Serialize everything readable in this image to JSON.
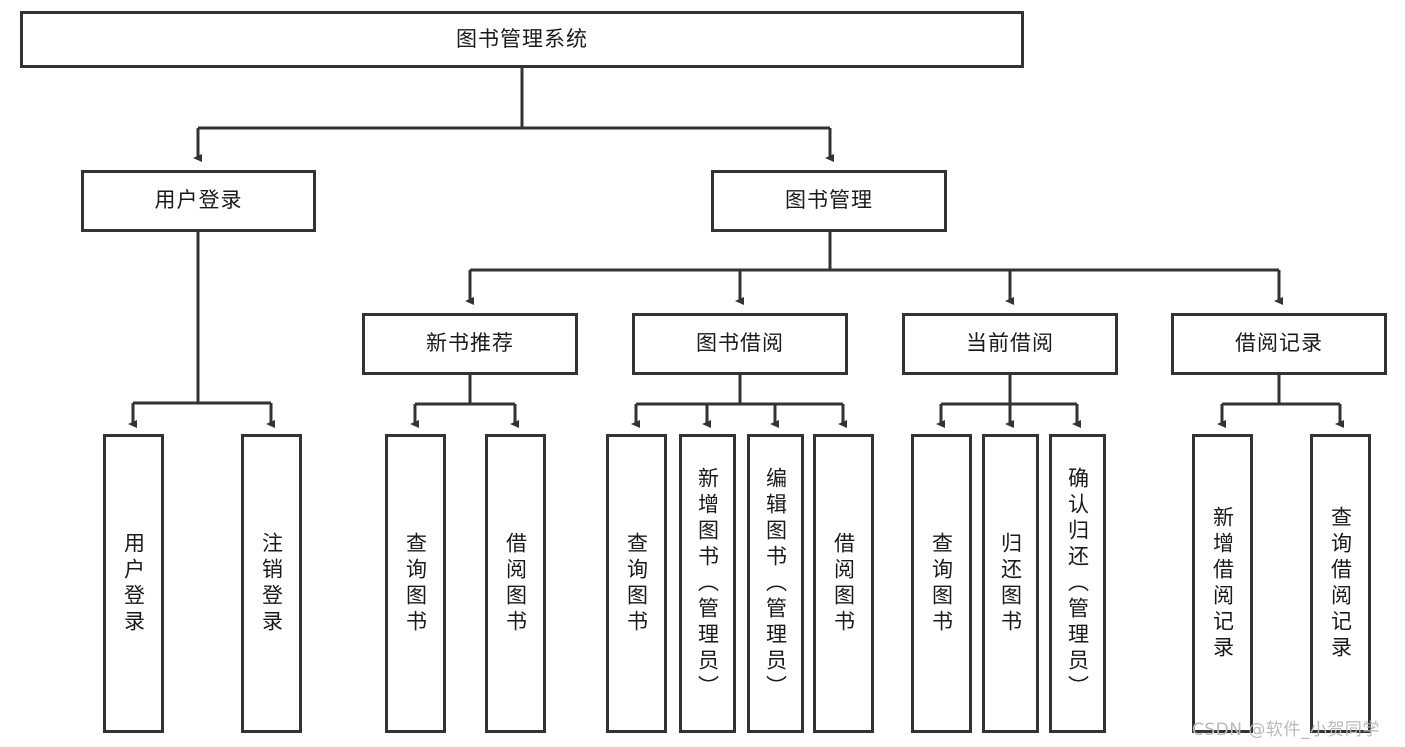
{
  "diagram": {
    "title": "图书管理系统",
    "type": "tree-hierarchy-chart",
    "watermark": "CSDN @软件_小贺同学",
    "colors": {
      "box_border": "#333333",
      "box_fill": "#ffffff",
      "connector": "#333333",
      "text": "#1a1a1a",
      "watermark": "#b9b9b9",
      "background": "#ffffff"
    },
    "root": {
      "label": "图书管理系统"
    },
    "level2": [
      {
        "label": "用户登录"
      },
      {
        "label": "图书管理"
      }
    ],
    "level3": [
      {
        "label": "新书推荐"
      },
      {
        "label": "图书借阅"
      },
      {
        "label": "当前借阅"
      },
      {
        "label": "借阅记录"
      }
    ],
    "leaves": {
      "user_login": [
        {
          "label": "用户登录"
        },
        {
          "label": "注销登录"
        }
      ],
      "new_book_recommend": [
        {
          "label": "查询图书"
        },
        {
          "label": "借阅图书"
        }
      ],
      "book_borrow": [
        {
          "label": "查询图书"
        },
        {
          "label": "新增图书（管理员）"
        },
        {
          "label": "编辑图书（管理员）"
        },
        {
          "label": "借阅图书"
        }
      ],
      "current_borrow": [
        {
          "label": "查询图书"
        },
        {
          "label": "归还图书"
        },
        {
          "label": "确认归还（管理员）"
        }
      ],
      "borrow_record": [
        {
          "label": "新增借阅记录"
        },
        {
          "label": "查询借阅记录"
        }
      ]
    }
  }
}
